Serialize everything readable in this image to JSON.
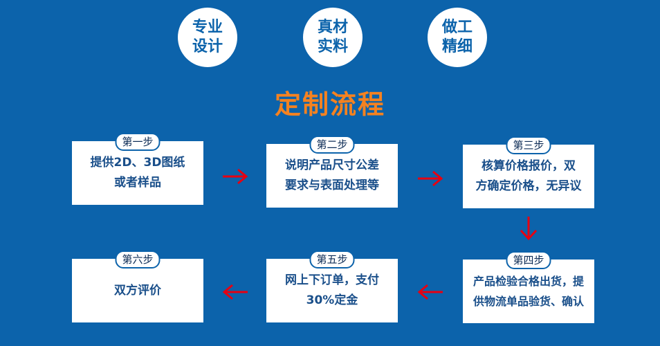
{
  "features": [
    {
      "line1": "专业",
      "line2": "设计"
    },
    {
      "line1": "真材",
      "line2": "实料"
    },
    {
      "line1": "做工",
      "line2": "精细"
    }
  ],
  "title": "定制流程",
  "steps": [
    {
      "badge": "第一步",
      "line1": "提供2D、3D图纸",
      "line2": "或者样品"
    },
    {
      "badge": "第二步",
      "line1": "说明产品尺寸公差",
      "line2": "要求与表面处理等"
    },
    {
      "badge": "第三步",
      "line1": "核算价格报价，双",
      "line2": "方确定价格，无异议"
    },
    {
      "badge": "第四步",
      "line1": "产品检验合格出货，提",
      "line2": "供物流单品验货、确认"
    },
    {
      "badge": "第五步",
      "line1": "网上下订单，支付",
      "line2": "30%定金"
    },
    {
      "badge": "第六步",
      "line1": "双方评价",
      "line2": ""
    }
  ],
  "colors": {
    "background": "#0c63ab",
    "accent": "#f58220",
    "arrow": "#e60012"
  }
}
